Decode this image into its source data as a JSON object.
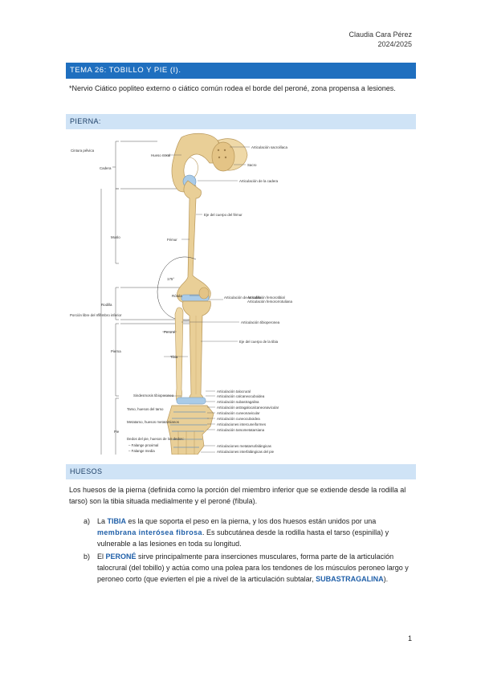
{
  "header": {
    "author": "Claudia Cara Pérez",
    "year": "2024/2025"
  },
  "title_bar": "TEMA 26: TOBILLO Y PIE (I).",
  "note": "*Nervio Ciático popliteo externo o ciático común rodea el borde del peroné, zona propensa a lesiones.",
  "section_pierna": "PIERNA:",
  "figure_labels": {
    "left": [
      "Cintura pélvica",
      "Cadera",
      "Muslo",
      "Rodilla",
      "Porción libre del miembro inferior",
      "Pierna",
      "Pie"
    ],
    "left_foot": [
      "Sindesmosis tibioperonea",
      "Tarso, huesos del tarso",
      "Metatarso, huesos metatarsianos",
      "Dedos del pie, huesos de los dedos:",
      "– Falange proximal",
      "– Falange media"
    ],
    "center": [
      "Hueso coxal",
      "Fémur",
      "175°",
      "Rótula",
      "Peroné",
      "Tibia"
    ],
    "right": [
      "Articulación sacroilíaca",
      "Sacro",
      "Articulación de la cadera",
      "Eje del cuerpo del fémur",
      "Articulación de la rodilla",
      "Articulación femorotibial",
      "Articulación femororrotuliana",
      "Articulación tibioperonea",
      "Eje del cuerpo de la tibia",
      "Articulación talocrural",
      "Articulación calcaneocuboidea",
      "Articulación subastragalina",
      "Articulación astragalocalcaneonavicular",
      "Articulación cuneonavicular",
      "Articulación cuneocuboidea",
      "Articulaciones intercuneiformes",
      "Articulación tarsometatarsiana",
      "Articulaciones metatarsofalángicas",
      "Articulaciones interfalángicas del pie"
    ]
  },
  "section_huesos": "HUESOS",
  "intro": "Los huesos de la pierna (definida como la porción del miembro inferior que se extiende desde la rodilla al tarso) son la tibia situada medialmente y el peroné (fíbula).",
  "items": [
    {
      "marker": "a)",
      "t1": "La ",
      "k1": "TIBIA",
      "t2": " es la que soporta el peso en la pierna, y los dos huesos están unidos por una ",
      "k2": "membrana interósea fibrosa",
      "t3": ". Es subcutánea desde la rodilla hasta el tarso (espinilla) y vulnerable a las lesiones en toda su longitud."
    },
    {
      "marker": "b)",
      "t1": "El ",
      "k1": "PERONÉ",
      "t2": " sirve principalmente para inserciones musculares, forma parte de la articulación talocrural (del tobillo) y actúa como una polea para los tendones de los músculos peroneo largo y peroneo corto (que evierten el pie a nivel de la articulación subtalar, ",
      "k2": "SUBASTRAGALINA",
      "t3": ")."
    }
  ],
  "page_number": "1",
  "colors": {
    "title_bar": "#1f6fbf",
    "section_bar": "#cfe3f6",
    "keyword": "#1f5fa8",
    "bone": "#e9cf97",
    "cartilage": "#a9cbe8"
  }
}
